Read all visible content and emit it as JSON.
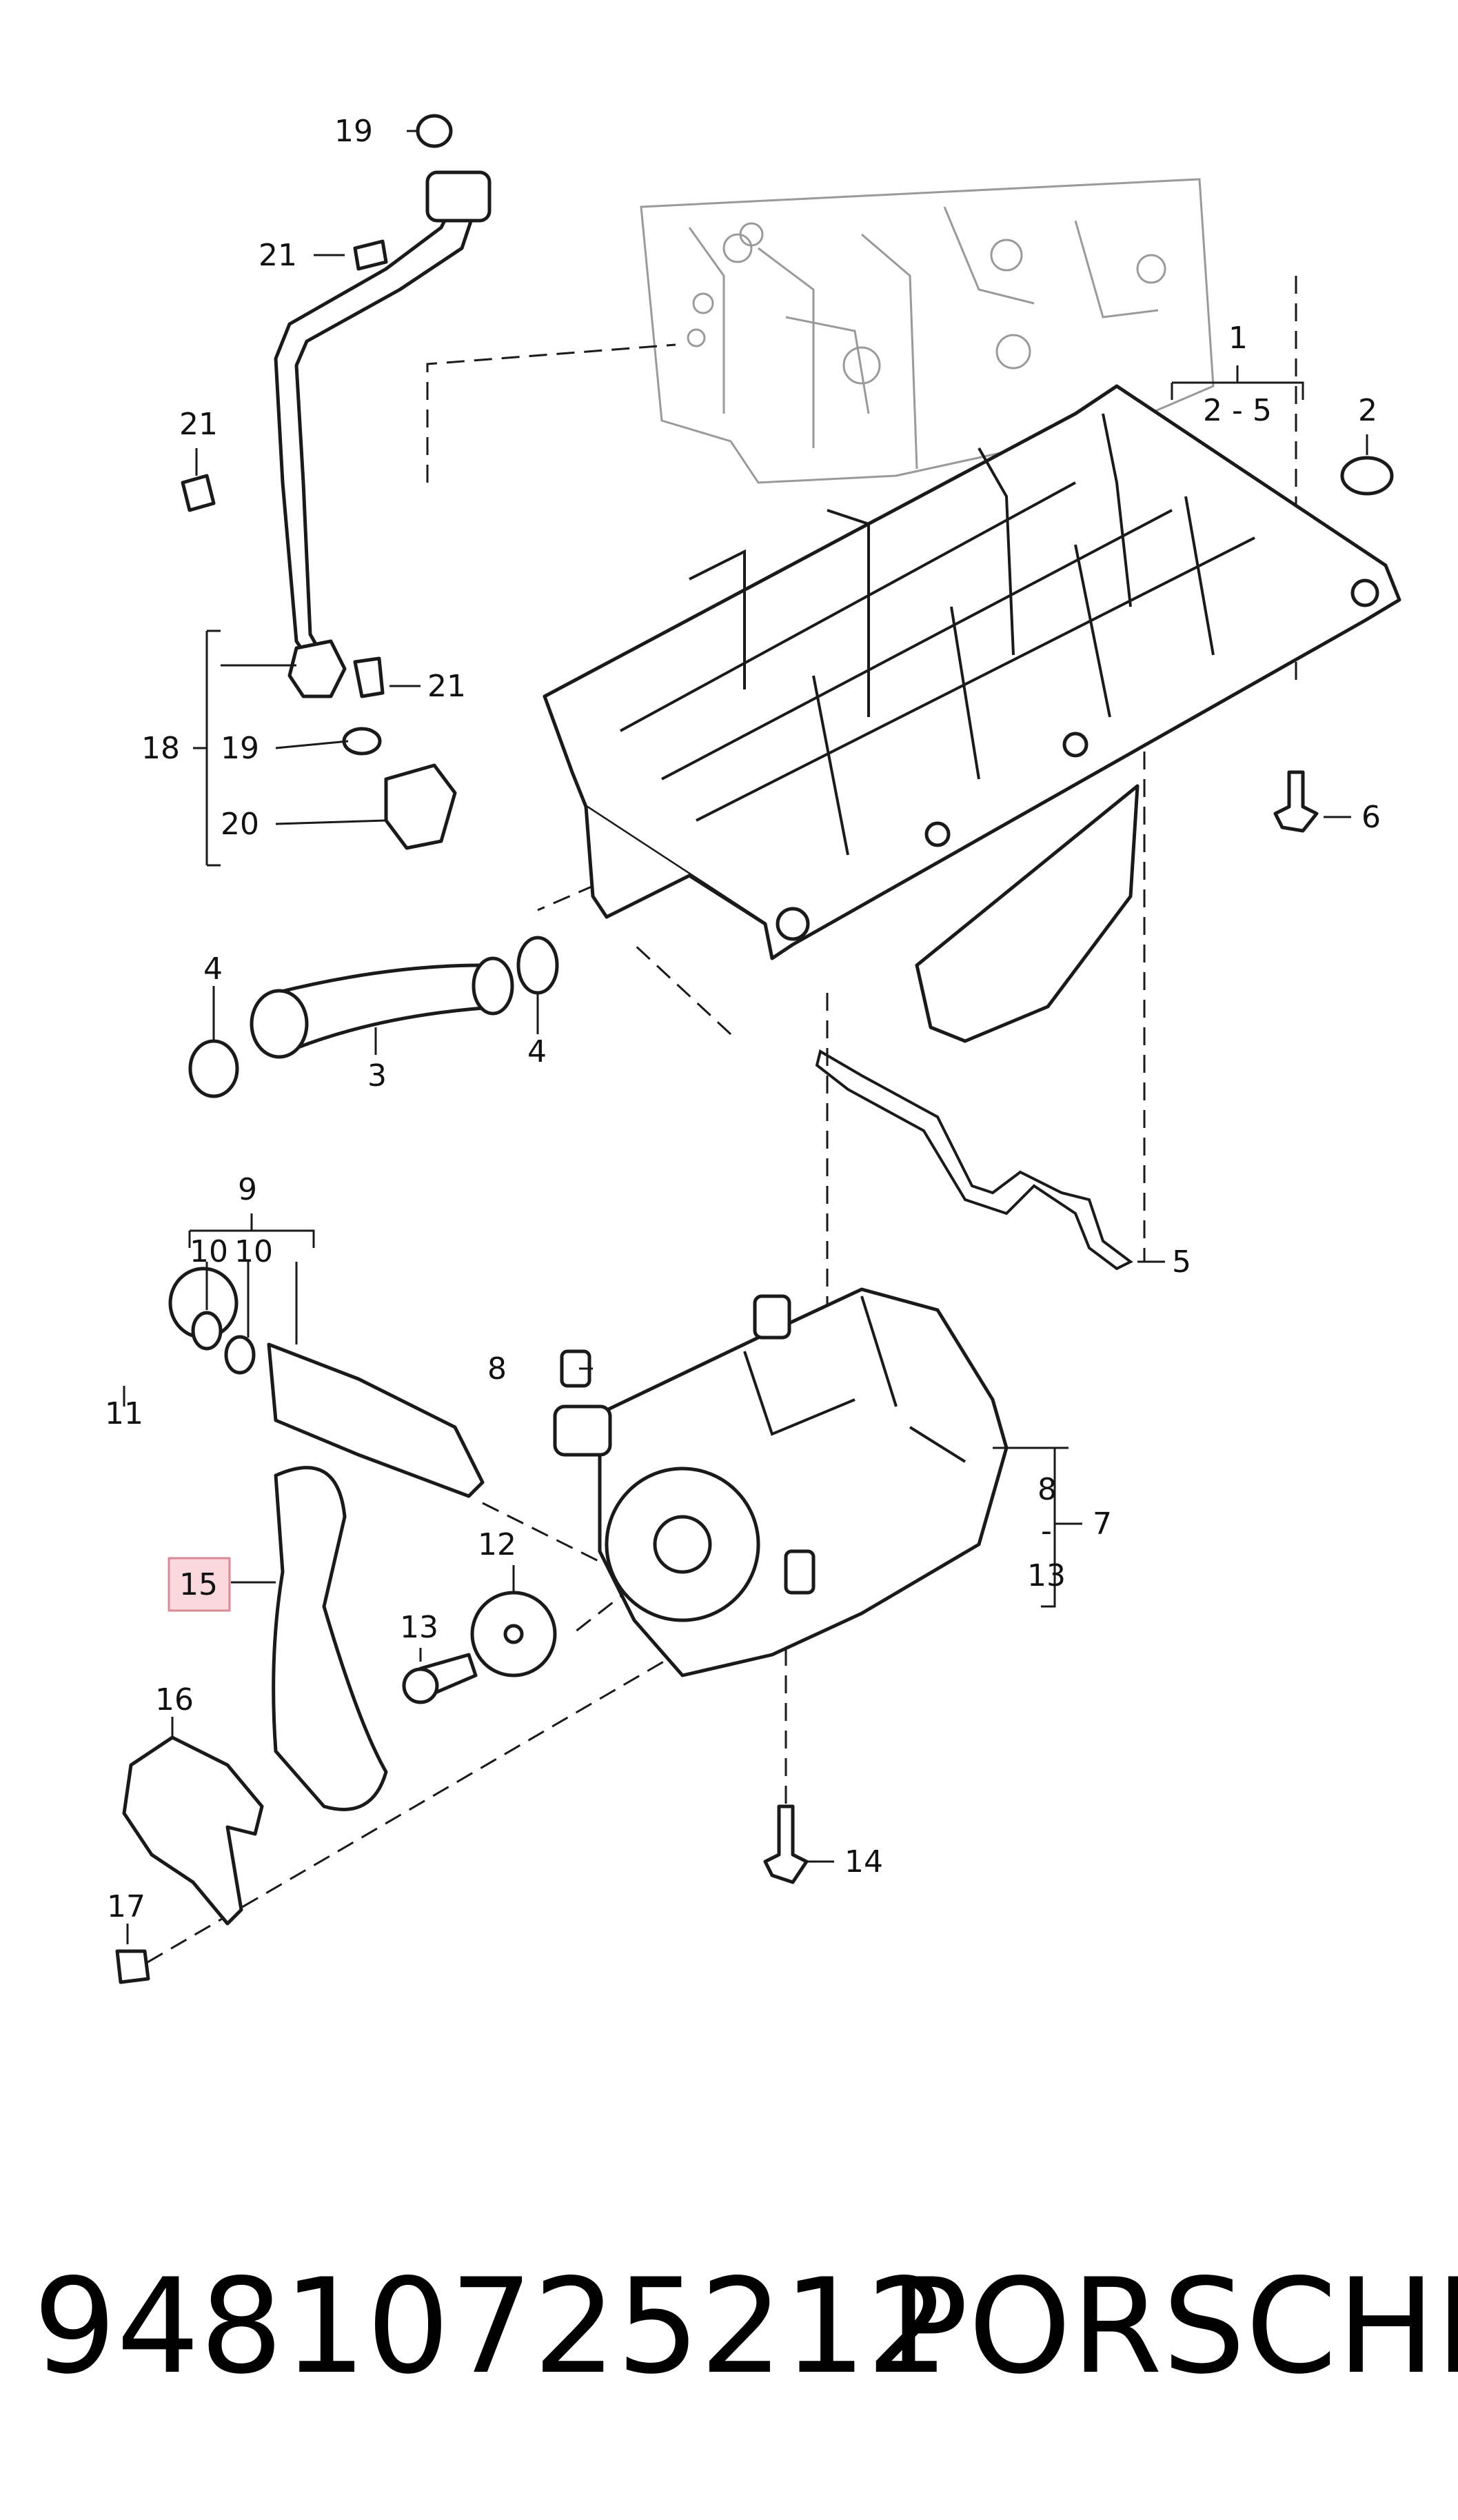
{
  "callouts": {
    "c1": "1",
    "c2_5": "2 - 5",
    "c2": "2",
    "c3": "3",
    "c4a": "4",
    "c4b": "4",
    "c5": "5",
    "c6": "6",
    "c7": "7",
    "c8a": "8",
    "c8b": "8",
    "dash": "-",
    "c13a": "13",
    "c9": "9",
    "c10a": "10",
    "c10b": "10",
    "c11": "11",
    "c12": "12",
    "c13b": "13",
    "c14": "14",
    "c15": "15",
    "c16": "16",
    "c17": "17",
    "c18": "18",
    "c19a": "19",
    "c19b": "19",
    "c20": "20",
    "c21a": "21",
    "c21b": "21",
    "c21c": "21"
  },
  "footer": {
    "part_number": "94810725212",
    "brand": "PORSCHE"
  },
  "colors": {
    "highlight_fill": "#f9d9de",
    "highlight_stroke": "#d98a96",
    "line": "#1a1a1a",
    "engine_line": "#9a9a9a"
  }
}
